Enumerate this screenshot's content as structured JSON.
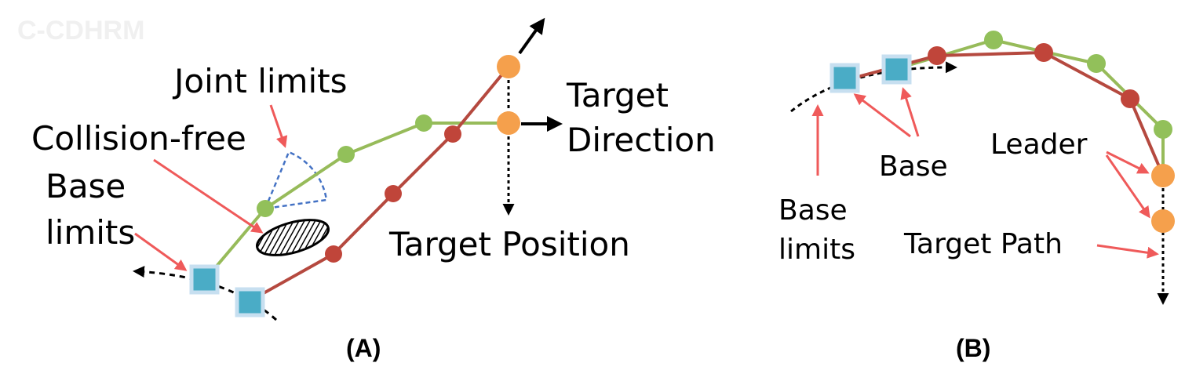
{
  "watermark": "C-CDHRM",
  "panel_a": {
    "caption": "(A)",
    "labels": {
      "joint_limits": "Joint limits",
      "collision_free": "Collision-free",
      "base_limits_1": "Base",
      "base_limits_2": "limits",
      "target_direction_1": "Target",
      "target_direction_2": "Direction",
      "target_position": "Target Position"
    }
  },
  "panel_b": {
    "caption": "(B)",
    "labels": {
      "base_limits_1": "Base",
      "base_limits_2": "limits",
      "base": "Base",
      "leader": "Leader",
      "target_path": "Target Path"
    }
  },
  "colors": {
    "green_link": "#97bb5a",
    "green_joint": "#92c05a",
    "red_link": "#b5493f",
    "red_joint": "#c0453a",
    "orange_joint": "#f5a04c",
    "base_square": "#4aacc6",
    "base_square_border": "#c7dff0",
    "annotation_arrow": "#ef5a5a",
    "joint_limit_sector": "#4472c4"
  }
}
